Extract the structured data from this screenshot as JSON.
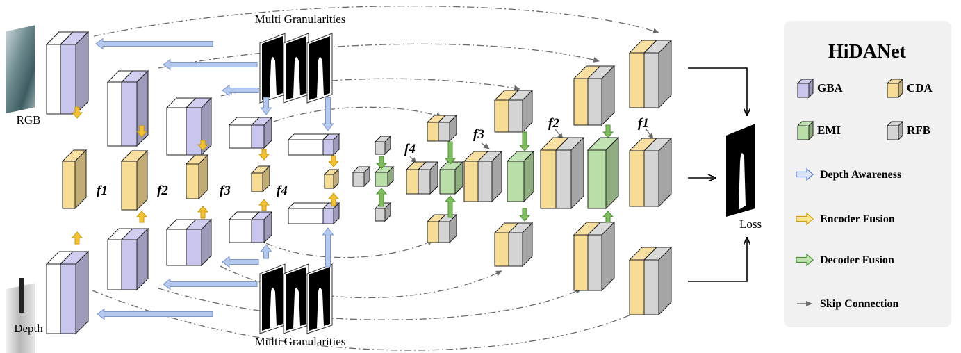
{
  "top_label": "Multi Granularities",
  "bottom_label": "Multi Granularities",
  "rgb_label": "RGB",
  "depth_label": "Depth",
  "loss_label": "Loss",
  "f_labels": {
    "enc_f1": "f1",
    "enc_f2": "f2",
    "enc_f3": "f3",
    "enc_f4": "f4",
    "dec_f4": "f4",
    "dec_f3": "f3",
    "dec_f2": "f2",
    "dec_f1": "f1"
  },
  "legend": {
    "title": "HiDANet",
    "gba": "GBA",
    "cda": "CDA",
    "emi": "EMI",
    "rfb": "RFB",
    "depth_awareness": "Depth Awareness",
    "encoder_fusion": "Encoder Fusion",
    "decoder_fusion": "Decoder Fusion",
    "skip_connection": "Skip Connection"
  },
  "colors": {
    "gba": "#c9c6ee",
    "cda": "#f7dc96",
    "emi": "#b9dea7",
    "rfb": "#d4d4d4",
    "depth_awareness_arrow": "#b4c8ee",
    "encoder_fusion_arrow": "#f2c236",
    "decoder_fusion_arrow": "#7fbd5e",
    "skip_connection": "#6b6b6b",
    "legend_bg": "#f1f1f1"
  }
}
